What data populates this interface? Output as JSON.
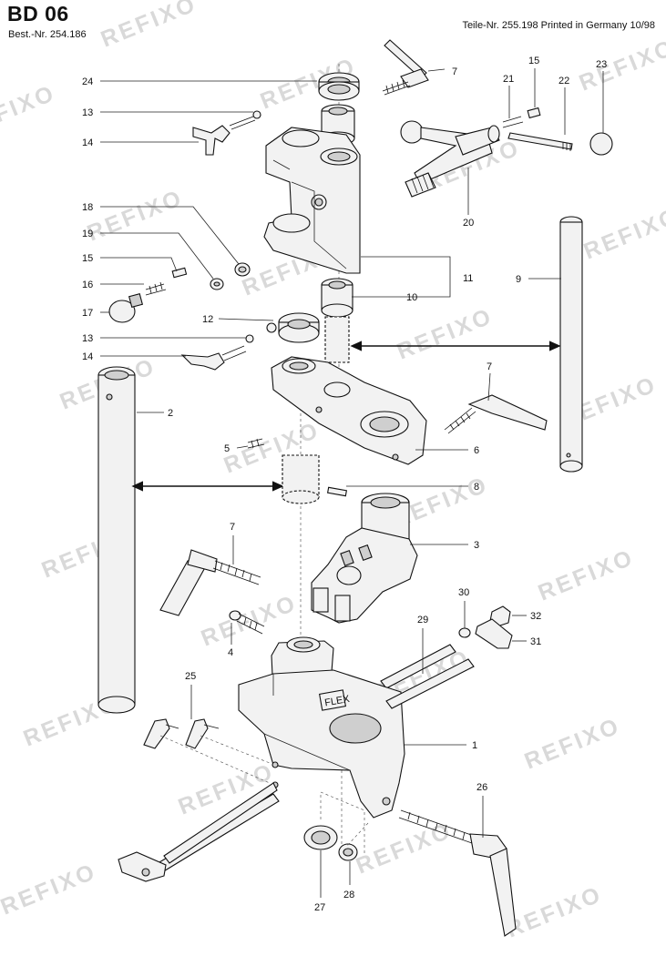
{
  "header": {
    "title": "BD 06",
    "order_number": "Best.-Nr. 254.186",
    "part_number": "Teile-Nr. 255.198 Printed in Germany 10/98"
  },
  "watermark": "REFIXO",
  "callouts": [
    "1",
    "2",
    "3",
    "4",
    "5",
    "6",
    "7",
    "7",
    "7",
    "8",
    "9",
    "10",
    "11",
    "12",
    "13",
    "13",
    "14",
    "14",
    "15",
    "15",
    "16",
    "17",
    "18",
    "19",
    "20",
    "21",
    "22",
    "23",
    "24",
    "25",
    "26",
    "27",
    "28",
    "29",
    "30",
    "31",
    "32"
  ],
  "colors": {
    "line": "#111111",
    "watermark": "#d9d9d9",
    "background": "#ffffff"
  }
}
